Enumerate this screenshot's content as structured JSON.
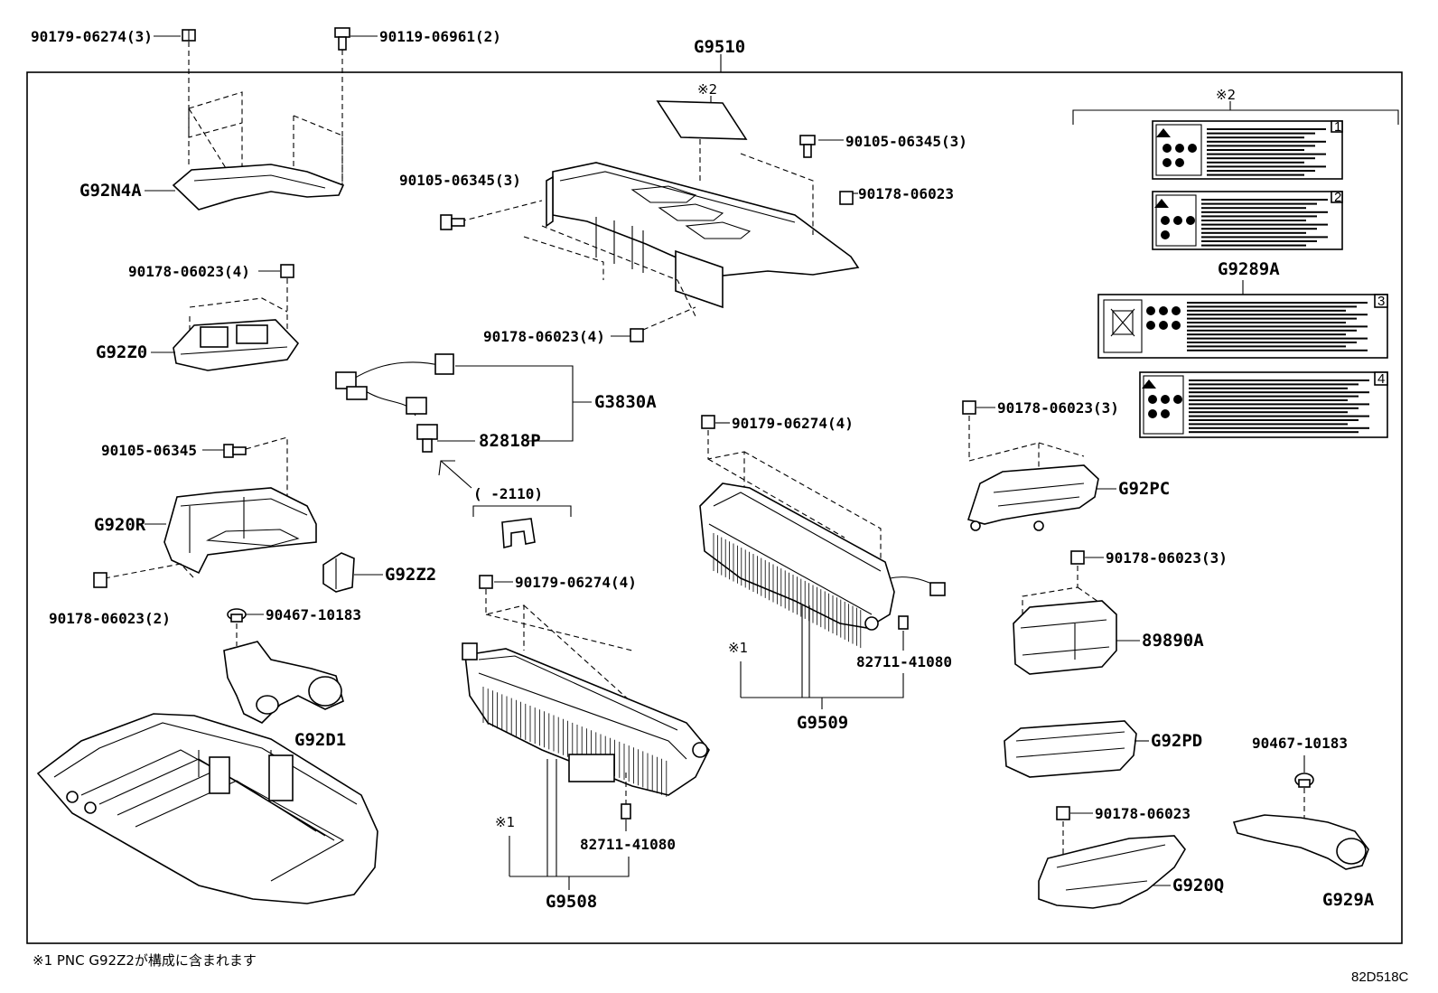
{
  "diagram": {
    "title": "G9510",
    "footnote": "※1 PNC G92Z2が構成に含まれます",
    "diagram_code": "82D518C",
    "labels": {
      "top_left_bolt_qty3": "90179-06274(3)",
      "top_bolt_qty2": "90119-06961(2)",
      "cover_g92n4a": "G92N4A",
      "note2_upper": "※2",
      "bolt_90105_qty3_right": "90105-06345(3)",
      "bolt_90105_qty3_left": "90105-06345(3)",
      "nut_90178_upper": "90178-06023",
      "nut_90178_qty4_left": "90178-06023(4)",
      "bracket_g92z0": "G92Z0",
      "nut_90178_qty4_center": "90178-06023(4)",
      "note2_labels": "※2",
      "label_set_g9289a": "G9289A",
      "harness_g3830a": "G3830A",
      "clip_82818p": "82818P",
      "bolt_90105_single": "90105-06345",
      "bracket_g920r": "G920R",
      "date_range": "(    -2110)",
      "part_g92z2": "G92Z2",
      "nut_90178_qty2": "90178-06023(2)",
      "grommet_90467_left": "90467-10183",
      "duct_g92d1": "G92D1",
      "nut_90179_qty4_right": "90179-06274(4)",
      "nut_90178_qty3_upper": "90178-06023(3)",
      "duct_g92pc": "G92PC",
      "nut_90178_qty3_lower": "90178-06023(3)",
      "ecu_89890a": "89890A",
      "note1_right": "※1",
      "sensor_82711_right": "82711-41080",
      "battery_g9509": "G9509",
      "duct_g92pd": "G92PD",
      "grommet_90467_right": "90467-10183",
      "nut_90179_qty4_center": "90179-06274(4)",
      "note1_center": "※1",
      "sensor_82711_center": "82711-41080",
      "battery_g9508": "G9508",
      "nut_90178_single_lower": "90178-06023",
      "duct_g920q": "G920Q",
      "duct_g929a": "G929A"
    },
    "warning_label_numbers": [
      "1",
      "2",
      "3",
      "4"
    ]
  }
}
